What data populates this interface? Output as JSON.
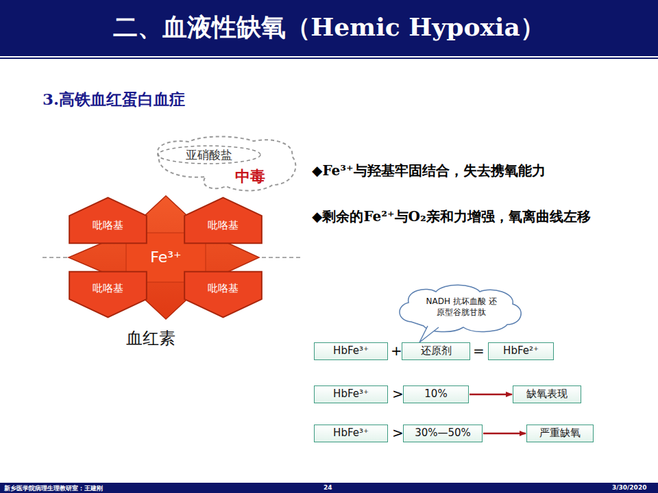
{
  "diagram": {
    "title": "二、血液性缺氧（Hemic Hypoxia）",
    "nodes": [
      {
        "text": [
          "亚硝酸盐"
        ]
      },
      {
        "text": [
          "吡咯基"
        ]
      },
      {
        "text": [
          "吡咯基"
        ]
      },
      {
        "text": [
          "Fe³⁺"
        ]
      },
      {
        "text": [
          "吡咯基"
        ]
      },
      {
        "text": [
          "吡咯基"
        ]
      },
      {
        "text": [
          "NADH 抗坏血酸 还原型谷胱甘肽"
        ]
      },
      {
        "text": [
          "HbFe³⁺"
        ]
      },
      {
        "text": [
          "还原剂"
        ]
      },
      {
        "text": [
          "HbFe²⁺"
        ]
      },
      {
        "text": [
          "HbFe³⁺"
        ]
      },
      {
        "text": [
          "10%"
        ]
      },
      {
        "text": [
          "缺氧表现"
        ]
      },
      {
        "text": [
          "HbFe³⁺"
        ]
      },
      {
        "text": [
          "30%—50%"
        ]
      },
      {
        "text": [
          "严重缺氧"
        ]
      }
    ],
    "edges": [
      {
        "from": 11,
        "to": 12,
        "arrow": "to"
      },
      {
        "from": 14,
        "to": 15,
        "arrow": "to"
      }
    ],
    "labels": [
      "3.高铁血红蛋白血症",
      "中毒",
      "血红素",
      "◆Fe³⁺与羟基牢固结合，失去携氧能力",
      "◆剩余的Fe²⁺与O₂亲和力增强，氧离曲线左移",
      "+",
      "=",
      ">",
      ">",
      "新乡医学院病理生理教研室：王建刚",
      "24",
      "3/30/2020"
    ]
  }
}
